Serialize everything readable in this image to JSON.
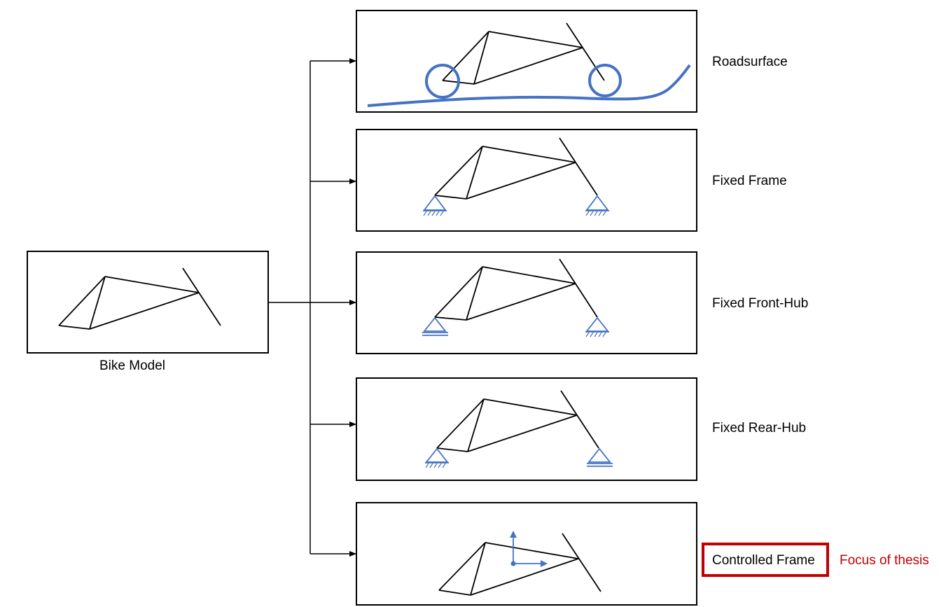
{
  "colors": {
    "stroke": "#000000",
    "accent_blue": "#4472C4",
    "highlight_red": "#C00000"
  },
  "source": {
    "label": "Bike Model"
  },
  "variants": [
    {
      "label": "Roadsurface",
      "icon": "wheels-on-road"
    },
    {
      "label": "Fixed Frame",
      "icon": "pinned-supports"
    },
    {
      "label": "Fixed Front-Hub",
      "icon": "pinned-and-roller-supports"
    },
    {
      "label": "Fixed Rear-Hub",
      "icon": "pinned-and-roller-supports"
    },
    {
      "label": "Controlled Frame",
      "icon": "coordinate-axes"
    }
  ],
  "highlight": {
    "note": "Focus of thesis"
  }
}
